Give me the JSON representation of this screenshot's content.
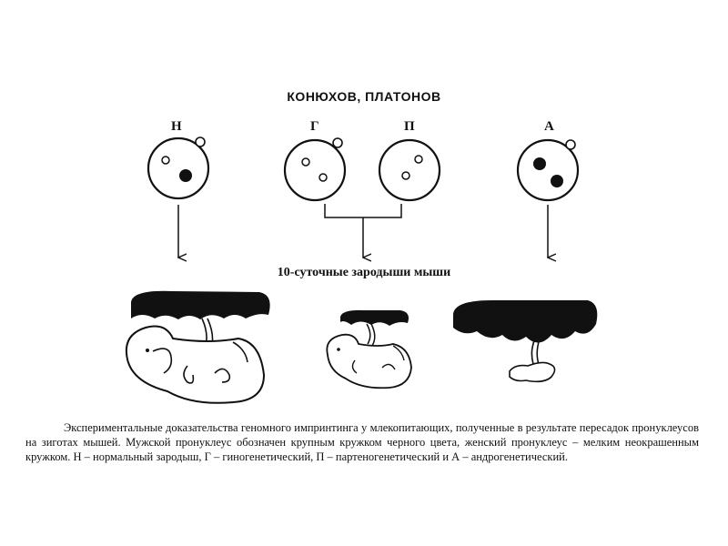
{
  "header": {
    "authors": "КОНЮХОВ, ПЛАТОНОВ"
  },
  "zygotes": [
    {
      "label": "Н"
    },
    {
      "label": "Г"
    },
    {
      "label": "П"
    },
    {
      "label": "А"
    }
  ],
  "subtitle": "10-суточные зародыши мыши",
  "caption": "Экспериментальные доказательства геномного импринтинга у млекопитающих, полученные в результате пересадок пронуклеусов на зиготах мышей. Мужской пронуклеус обозначен крупным кружком черного цвета, женский пронуклеус – мелким неокрашенным кружком. Н – нормальный зародыш, Г – гиногенетический, П – партеногенетический и А – андрогенетический."
}
